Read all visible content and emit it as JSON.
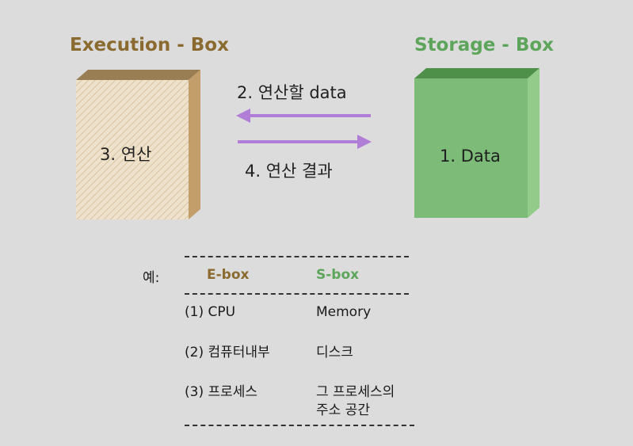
{
  "diagram": {
    "execution_title": "Execution - Box",
    "storage_title": "Storage - Box",
    "execution_label": "3.  연산",
    "storage_label": "1. Data",
    "arrow_to_exec_label": "2.  연산할 data",
    "arrow_to_storage_label": "4.  연산 결과",
    "colors": {
      "execution_title": "#8a6a2f",
      "storage_title": "#5ca55a",
      "arrow": "#b07ed6",
      "storage_front": "#7cbb78",
      "execution_front": "#efe2cc"
    }
  },
  "table": {
    "example_label": "예:",
    "headers": {
      "ebox": "E-box",
      "sbox": "S-box"
    },
    "rows": [
      {
        "ebox": "(1) CPU",
        "sbox": "Memory"
      },
      {
        "ebox": "(2) 컴퓨터내부",
        "sbox": "디스크"
      },
      {
        "ebox": "(3) 프로세스",
        "sbox_line1": "그 프로세스의",
        "sbox_line2": "주소 공간"
      }
    ]
  }
}
